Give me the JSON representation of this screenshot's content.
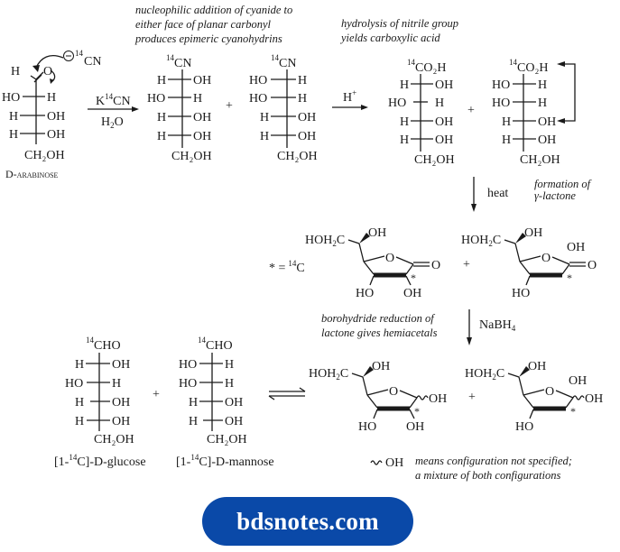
{
  "annotations": {
    "cyanide_addition": [
      "nucleophilic addition of cyanide to",
      "either face of planar carbonyl",
      "produces epimeric cyanohydrins"
    ],
    "nitrile_hydrolysis": [
      "hydrolysis of nitrile group",
      "yields carboxylic acid"
    ],
    "lactone_formation": [
      "formation of",
      "γ-lactone"
    ],
    "borohydride_reduction": [
      "borohydride reduction of",
      "lactone gives hemiacetals"
    ],
    "wavy_note": [
      "means configuration not specified;",
      "a mixture of both configurations"
    ]
  },
  "reagents": {
    "step1_top": "K",
    "step1_top_sup": "14",
    "step1_top_rest": "CN",
    "step1_bottom": "H",
    "step1_bottom_sub": "2",
    "step1_bottom_rest": "O",
    "step2": "H",
    "step2_sup": "+",
    "step3": "heat",
    "step4": "NaBH",
    "step4_sub": "4"
  },
  "legend": {
    "star": "* =",
    "isotope_sup": "14",
    "isotope": "C",
    "wavy_oh": "OH"
  },
  "compounds": {
    "arabinose": {
      "name": "D-arabinose",
      "nucleophile": "CN",
      "nucleophile_sup": "14",
      "charge": "−",
      "rows": [
        [
          "HO",
          "H"
        ],
        [
          "H",
          "OH"
        ],
        [
          "H",
          "OH"
        ]
      ],
      "top_h": "H",
      "top_o": "O",
      "bottom": "CH₂OH"
    },
    "cyanohydrin_1": {
      "top": "CN",
      "top_sup": "14",
      "rows": [
        [
          "H",
          "OH"
        ],
        [
          "HO",
          "H"
        ],
        [
          "H",
          "OH"
        ],
        [
          "H",
          "OH"
        ]
      ],
      "bottom": "CH₂OH"
    },
    "cyanohydrin_2": {
      "top": "CN",
      "top_sup": "14",
      "rows": [
        [
          "HO",
          "H"
        ],
        [
          "HO",
          "H"
        ],
        [
          "H",
          "OH"
        ],
        [
          "H",
          "OH"
        ]
      ],
      "bottom": "CH₂OH"
    },
    "acid_1": {
      "top": "CO₂H",
      "top_sup": "14",
      "rows": [
        [
          "H",
          "OH"
        ],
        [
          "HO",
          "H"
        ],
        [
          "H",
          "OH"
        ],
        [
          "H",
          "OH"
        ]
      ],
      "bottom": "CH₂OH"
    },
    "acid_2": {
      "top": "CO₂H",
      "top_sup": "14",
      "rows": [
        [
          "HO",
          "H"
        ],
        [
          "HO",
          "H"
        ],
        [
          "H",
          "OH"
        ],
        [
          "H",
          "OH"
        ]
      ],
      "bottom": "CH₂OH"
    },
    "lactone_1": {
      "side": "HOH₂C",
      "oh_top": "OH",
      "ring_o": "O",
      "carbonyl_o": "O",
      "ho_left": "HO",
      "oh_right": "OH",
      "star": "*"
    },
    "lactone_2": {
      "side": "HOH₂C",
      "oh_top": "OH",
      "ring_o": "O",
      "carbonyl_o": "O",
      "oh_up": "OH",
      "ho_left": "HO",
      "star": "*"
    },
    "hemiacetal_1": {
      "side": "HOH₂C",
      "oh_top": "OH",
      "ring_o": "O",
      "anomeric_oh": "OH",
      "ho_left": "HO",
      "oh_right": "OH",
      "star": "*"
    },
    "hemiacetal_2": {
      "side": "HOH₂C",
      "oh_top": "OH",
      "ring_o": "O",
      "anomeric_oh": "OH",
      "oh_up": "OH",
      "ho_left": "HO",
      "star": "*"
    },
    "glucose": {
      "top": "CHO",
      "top_sup": "14",
      "rows": [
        [
          "H",
          "OH"
        ],
        [
          "HO",
          "H"
        ],
        [
          "H",
          "OH"
        ],
        [
          "H",
          "OH"
        ]
      ],
      "bottom": "CH₂OH",
      "name_pre": "[1-",
      "name_sup": "14",
      "name_post": "C]-D-glucose"
    },
    "mannose": {
      "top": "CHO",
      "top_sup": "14",
      "rows": [
        [
          "HO",
          "H"
        ],
        [
          "HO",
          "H"
        ],
        [
          "H",
          "OH"
        ],
        [
          "H",
          "OH"
        ]
      ],
      "bottom": "CH₂OH",
      "name_pre": "[1-",
      "name_sup": "14",
      "name_post": "C]-D-mannose"
    }
  },
  "plus": "+",
  "watermark": {
    "text": "bdsnotes.com",
    "bg_color": "#0a49a8",
    "text_color": "#ffffff"
  }
}
